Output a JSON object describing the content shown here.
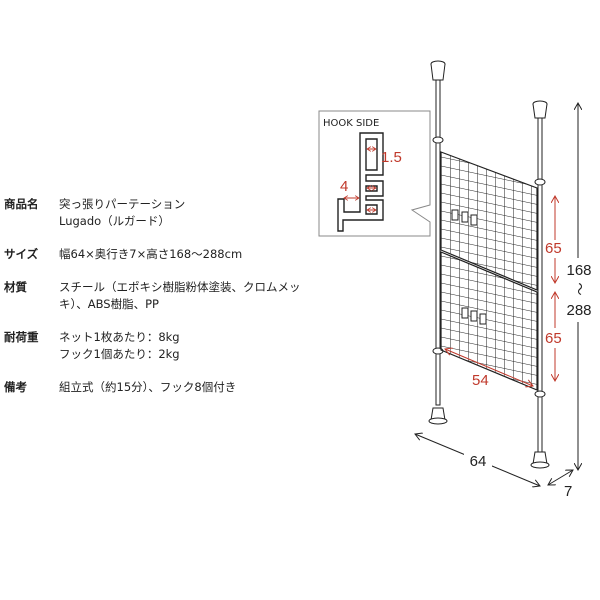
{
  "specs": [
    {
      "label": "商品名",
      "lines": [
        "突っ張りパーテーション",
        "Lugado（ルガード）"
      ]
    },
    {
      "label": "サイズ",
      "lines": [
        "幅64×奥行き7×高さ168〜288cm"
      ]
    },
    {
      "label": "材質",
      "lines": [
        "スチール（エポキシ樹脂粉体塗装、クロムメッ",
        "キ）、ABS樹脂、PP"
      ]
    },
    {
      "label": "耐荷重",
      "lines": [
        "ネット1枚あたり：8kg",
        "フック1個あたり：2kg"
      ]
    },
    {
      "label": "備考",
      "lines": [
        "組立式（約15分）、フック8個付き"
      ]
    }
  ],
  "hook_callout": {
    "title": "HOOK SIDE",
    "dim_gap": "1.5",
    "dim_width": "4"
  },
  "dimensions": {
    "net_height_upper": "65",
    "net_height_lower": "65",
    "net_width": "54",
    "height_min": "168",
    "height_sep": "〜",
    "height_max": "288",
    "width": "64",
    "depth": "7"
  },
  "colors": {
    "accent_red": "#c0392b",
    "line": "#222222"
  }
}
